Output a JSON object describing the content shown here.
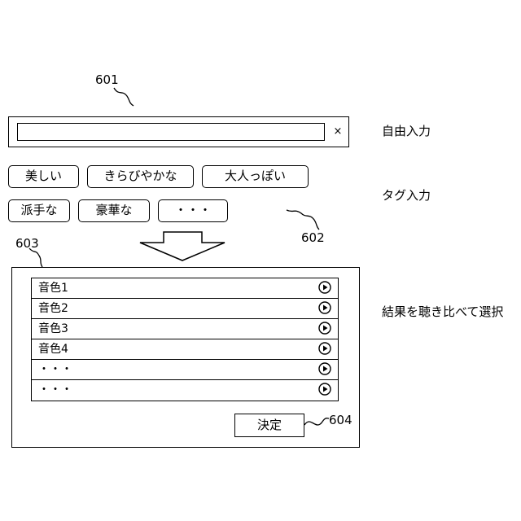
{
  "refs": {
    "r601": "601",
    "r602": "602",
    "r603": "603",
    "r604": "604"
  },
  "free_input": {
    "value": "",
    "clear_label": "×",
    "caption": "自由入力"
  },
  "tag_input": {
    "caption": "タグ入力",
    "tags": [
      "美しい",
      "きらびやかな",
      "大人っぽい",
      "派手な",
      "豪華な",
      "・・・"
    ]
  },
  "results": {
    "caption": "結果を聴き比べて選択",
    "items": [
      "音色1",
      "音色2",
      "音色3",
      "音色4",
      "・・・",
      "・・・"
    ],
    "play_icon": "play-circle-icon"
  },
  "confirm_label": "決定"
}
